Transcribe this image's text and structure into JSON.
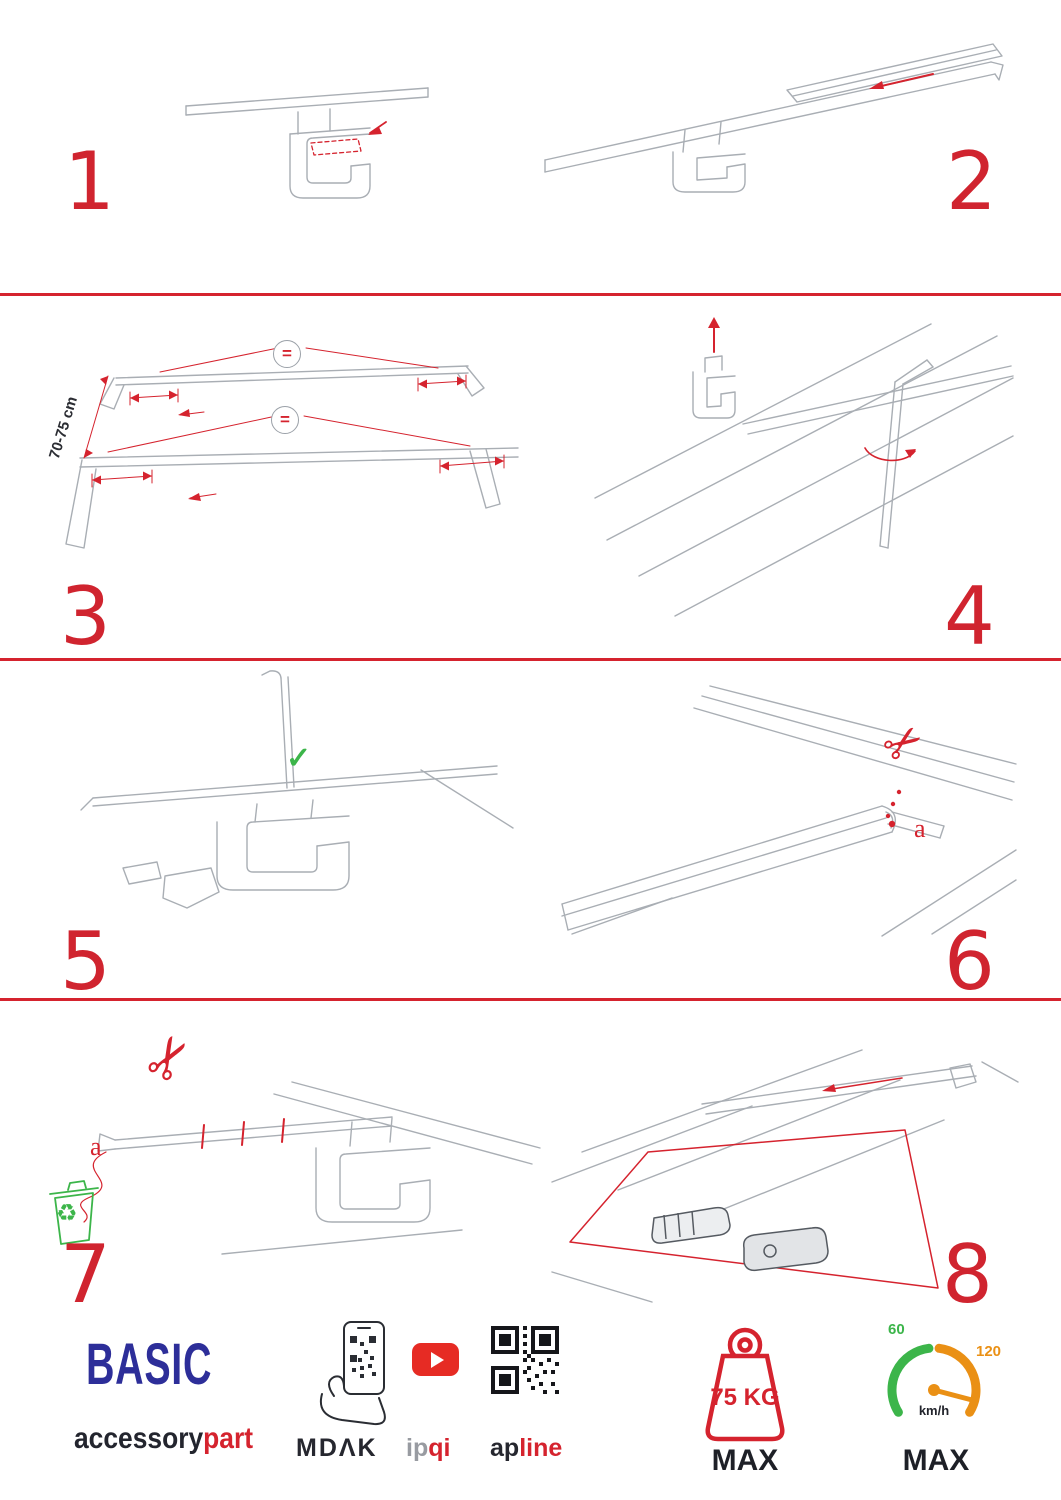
{
  "colors": {
    "red": "#d5232e",
    "navy": "#2d2e99",
    "dark": "#22242c",
    "drawing_gray": "#a9aeb4",
    "green": "#3cb54a",
    "orange": "#ea9015"
  },
  "icons": {
    "scissors": "✂",
    "check": "✓",
    "recycle": "♻",
    "equals": "="
  },
  "steps": [
    {
      "number": "1"
    },
    {
      "number": "2"
    },
    {
      "number": "3",
      "dimension_label": "70-75 cm"
    },
    {
      "number": "4"
    },
    {
      "number": "5"
    },
    {
      "number": "6",
      "part_label": "a"
    },
    {
      "number": "7",
      "part_label": "a"
    },
    {
      "number": "8"
    }
  ],
  "footer": {
    "brand_title": "BASIC",
    "brand_subtitle": {
      "dark": "accessory",
      "red": "part"
    },
    "scan_label": "MDΛK",
    "video_label": {
      "gray": "ip",
      "red": "qi"
    },
    "qr_label": {
      "dark": "ap",
      "red": "line"
    },
    "weight_badge": {
      "value": "75 KG",
      "max_label": "MAX"
    },
    "speed_badge": {
      "low": "60",
      "high": "120",
      "unit": "km/h",
      "max_label": "MAX"
    }
  }
}
